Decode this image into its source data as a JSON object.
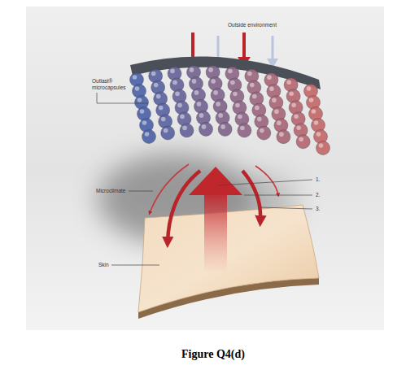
{
  "diagram": {
    "caption": "Figure Q4(d)",
    "labels": [
      "Outside environment",
      "Outlast® microcapsules",
      "Microclimate",
      "1.",
      "2.",
      "3.",
      "Skin"
    ]
  }
}
